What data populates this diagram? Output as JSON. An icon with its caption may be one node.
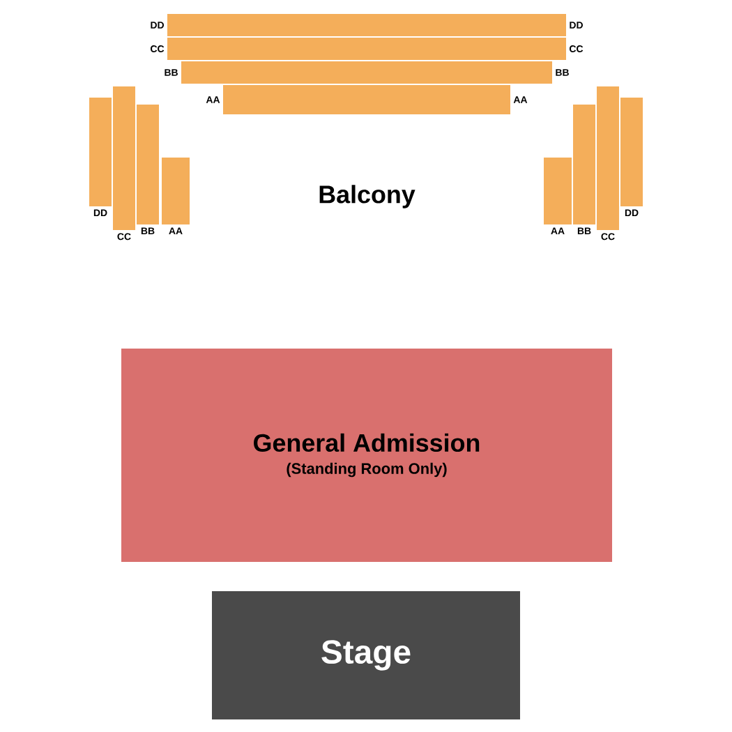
{
  "diagram": {
    "nodes": [
      {
        "text": [],
        "shape": "bar",
        "beside": [
          "DD",
          "DD"
        ]
      },
      {
        "text": [],
        "shape": "bar",
        "beside": [
          "CC",
          "CC"
        ]
      },
      {
        "text": [],
        "shape": "bar",
        "beside": [
          "BB",
          "BB"
        ]
      },
      {
        "text": [],
        "shape": "bar",
        "beside": [
          "AA",
          "AA"
        ]
      },
      {
        "text": [],
        "shape": "bar",
        "beside": [
          "DD"
        ]
      },
      {
        "text": [],
        "shape": "bar",
        "beside": [
          "CC"
        ]
      },
      {
        "text": [],
        "shape": "bar",
        "beside": [
          "BB"
        ]
      },
      {
        "text": [],
        "shape": "bar",
        "beside": [
          "AA"
        ]
      },
      {
        "text": [],
        "shape": "bar",
        "beside": [
          "AA"
        ]
      },
      {
        "text": [],
        "shape": "bar",
        "beside": [
          "BB"
        ]
      },
      {
        "text": [],
        "shape": "bar",
        "beside": [
          "CC"
        ]
      },
      {
        "text": [],
        "shape": "bar",
        "beside": [
          "DD"
        ]
      },
      {
        "text": [
          "General Admission",
          "(Standing Room Only)"
        ]
      },
      {
        "text": [
          "Stage"
        ]
      }
    ],
    "labels": [
      "Balcony"
    ]
  }
}
